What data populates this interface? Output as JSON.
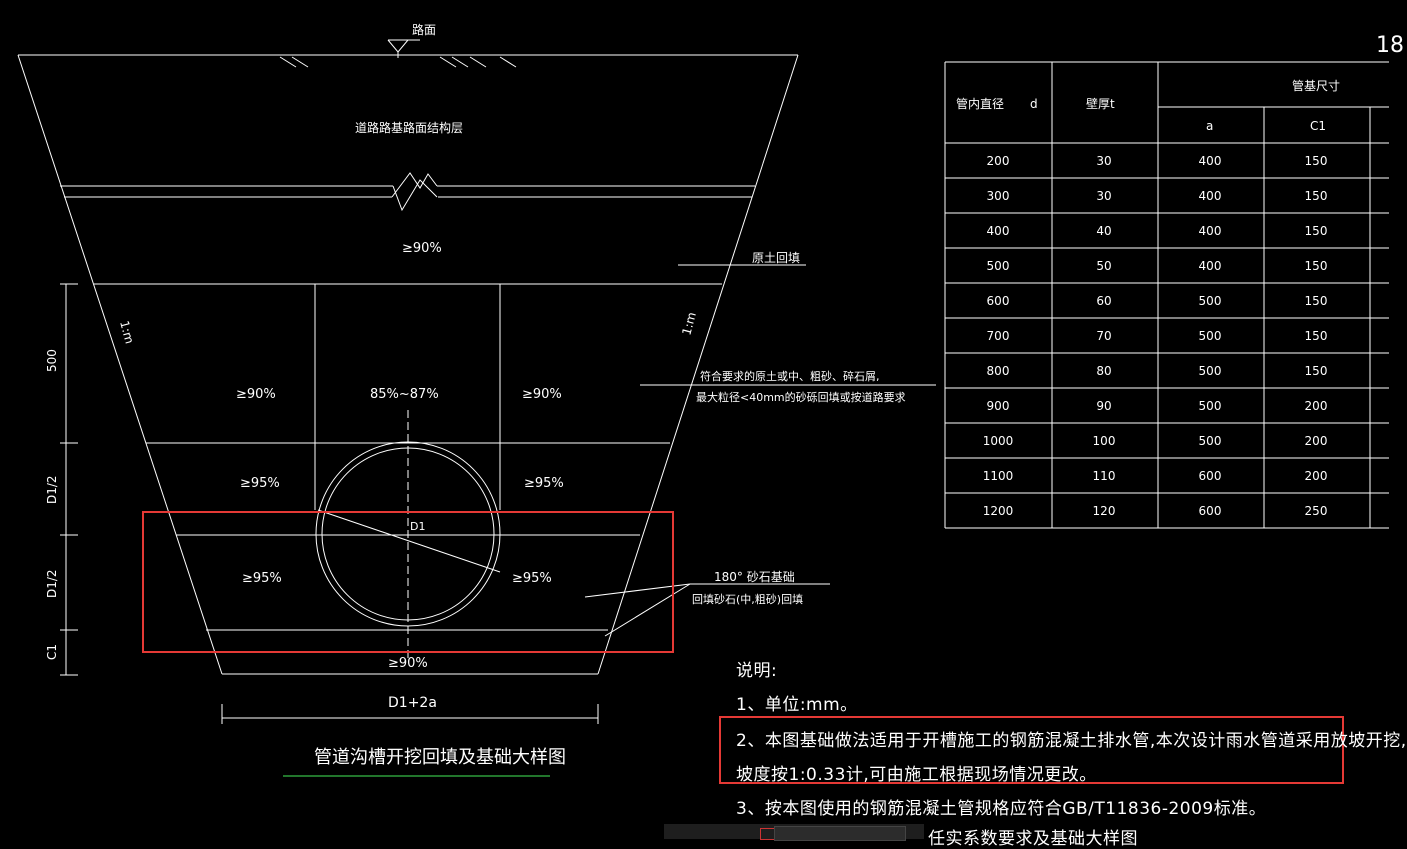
{
  "drawing": {
    "road_surface_label": "路面",
    "pavement_layer_label": "道路路基路面结构层",
    "top_compaction": "≥90%",
    "backfill_label": "原土回填",
    "slope_left": "1:m",
    "slope_right": "1:m",
    "zone_left_upper": "≥90%",
    "zone_center_upper": "85%~87%",
    "zone_right_upper": "≥90%",
    "zone_left_mid": "≥95%",
    "zone_right_mid": "≥95%",
    "zone_left_low": "≥95%",
    "zone_right_low": "≥95%",
    "zone_bottom": "≥90%",
    "pipe_label": "D1",
    "material_note_line1": "符合要求的原土或中、粗砂、碎石屑,",
    "material_note_line2": "最大粒径<40mm的砂砾回填或按道路要求",
    "base_note_line1": "180° 砂石基础",
    "base_note_line2": "回填砂石(中,粗砂)回填",
    "dim_500": "500",
    "dim_d1_half_upper": "D1/2",
    "dim_d1_half_lower": "D1/2",
    "dim_c1": "C1",
    "dim_bottom_width": "D1+2a",
    "drawing_title": "管道沟槽开挖回填及基础大样图",
    "corner_number": "18"
  },
  "table": {
    "header_diameter": "管内直径",
    "header_diameter_symbol": "d",
    "header_wall": "壁厚t",
    "header_base": "管基尺寸",
    "sub_a": "a",
    "sub_c1": "C1",
    "rows": [
      [
        "200",
        "30",
        "400",
        "150"
      ],
      [
        "300",
        "30",
        "400",
        "150"
      ],
      [
        "400",
        "40",
        "400",
        "150"
      ],
      [
        "500",
        "50",
        "400",
        "150"
      ],
      [
        "600",
        "60",
        "500",
        "150"
      ],
      [
        "700",
        "70",
        "500",
        "150"
      ],
      [
        "800",
        "80",
        "500",
        "150"
      ],
      [
        "900",
        "90",
        "500",
        "200"
      ],
      [
        "1000",
        "100",
        "500",
        "200"
      ],
      [
        "1100",
        "110",
        "600",
        "200"
      ],
      [
        "1200",
        "120",
        "600",
        "250"
      ]
    ]
  },
  "notes": {
    "heading": "说明:",
    "line1": "1、单位:mm。",
    "line2": "2、本图基础做法适用于开槽施工的钢筋混凝土排水管,本次设计雨水管道采用放坡开挖,",
    "line3": "坡度按1:0.33计,可由施工根据现场情况更改。",
    "line4": "3、按本图使用的钢筋混凝土管规格应符合GB/T11836-2009标准。",
    "line5": "任实系数要求及基础大样图"
  },
  "colors": {
    "background": "#000000",
    "line": "#ffffff",
    "highlight": "#e53935",
    "title_underline": "#2e9e3a"
  }
}
